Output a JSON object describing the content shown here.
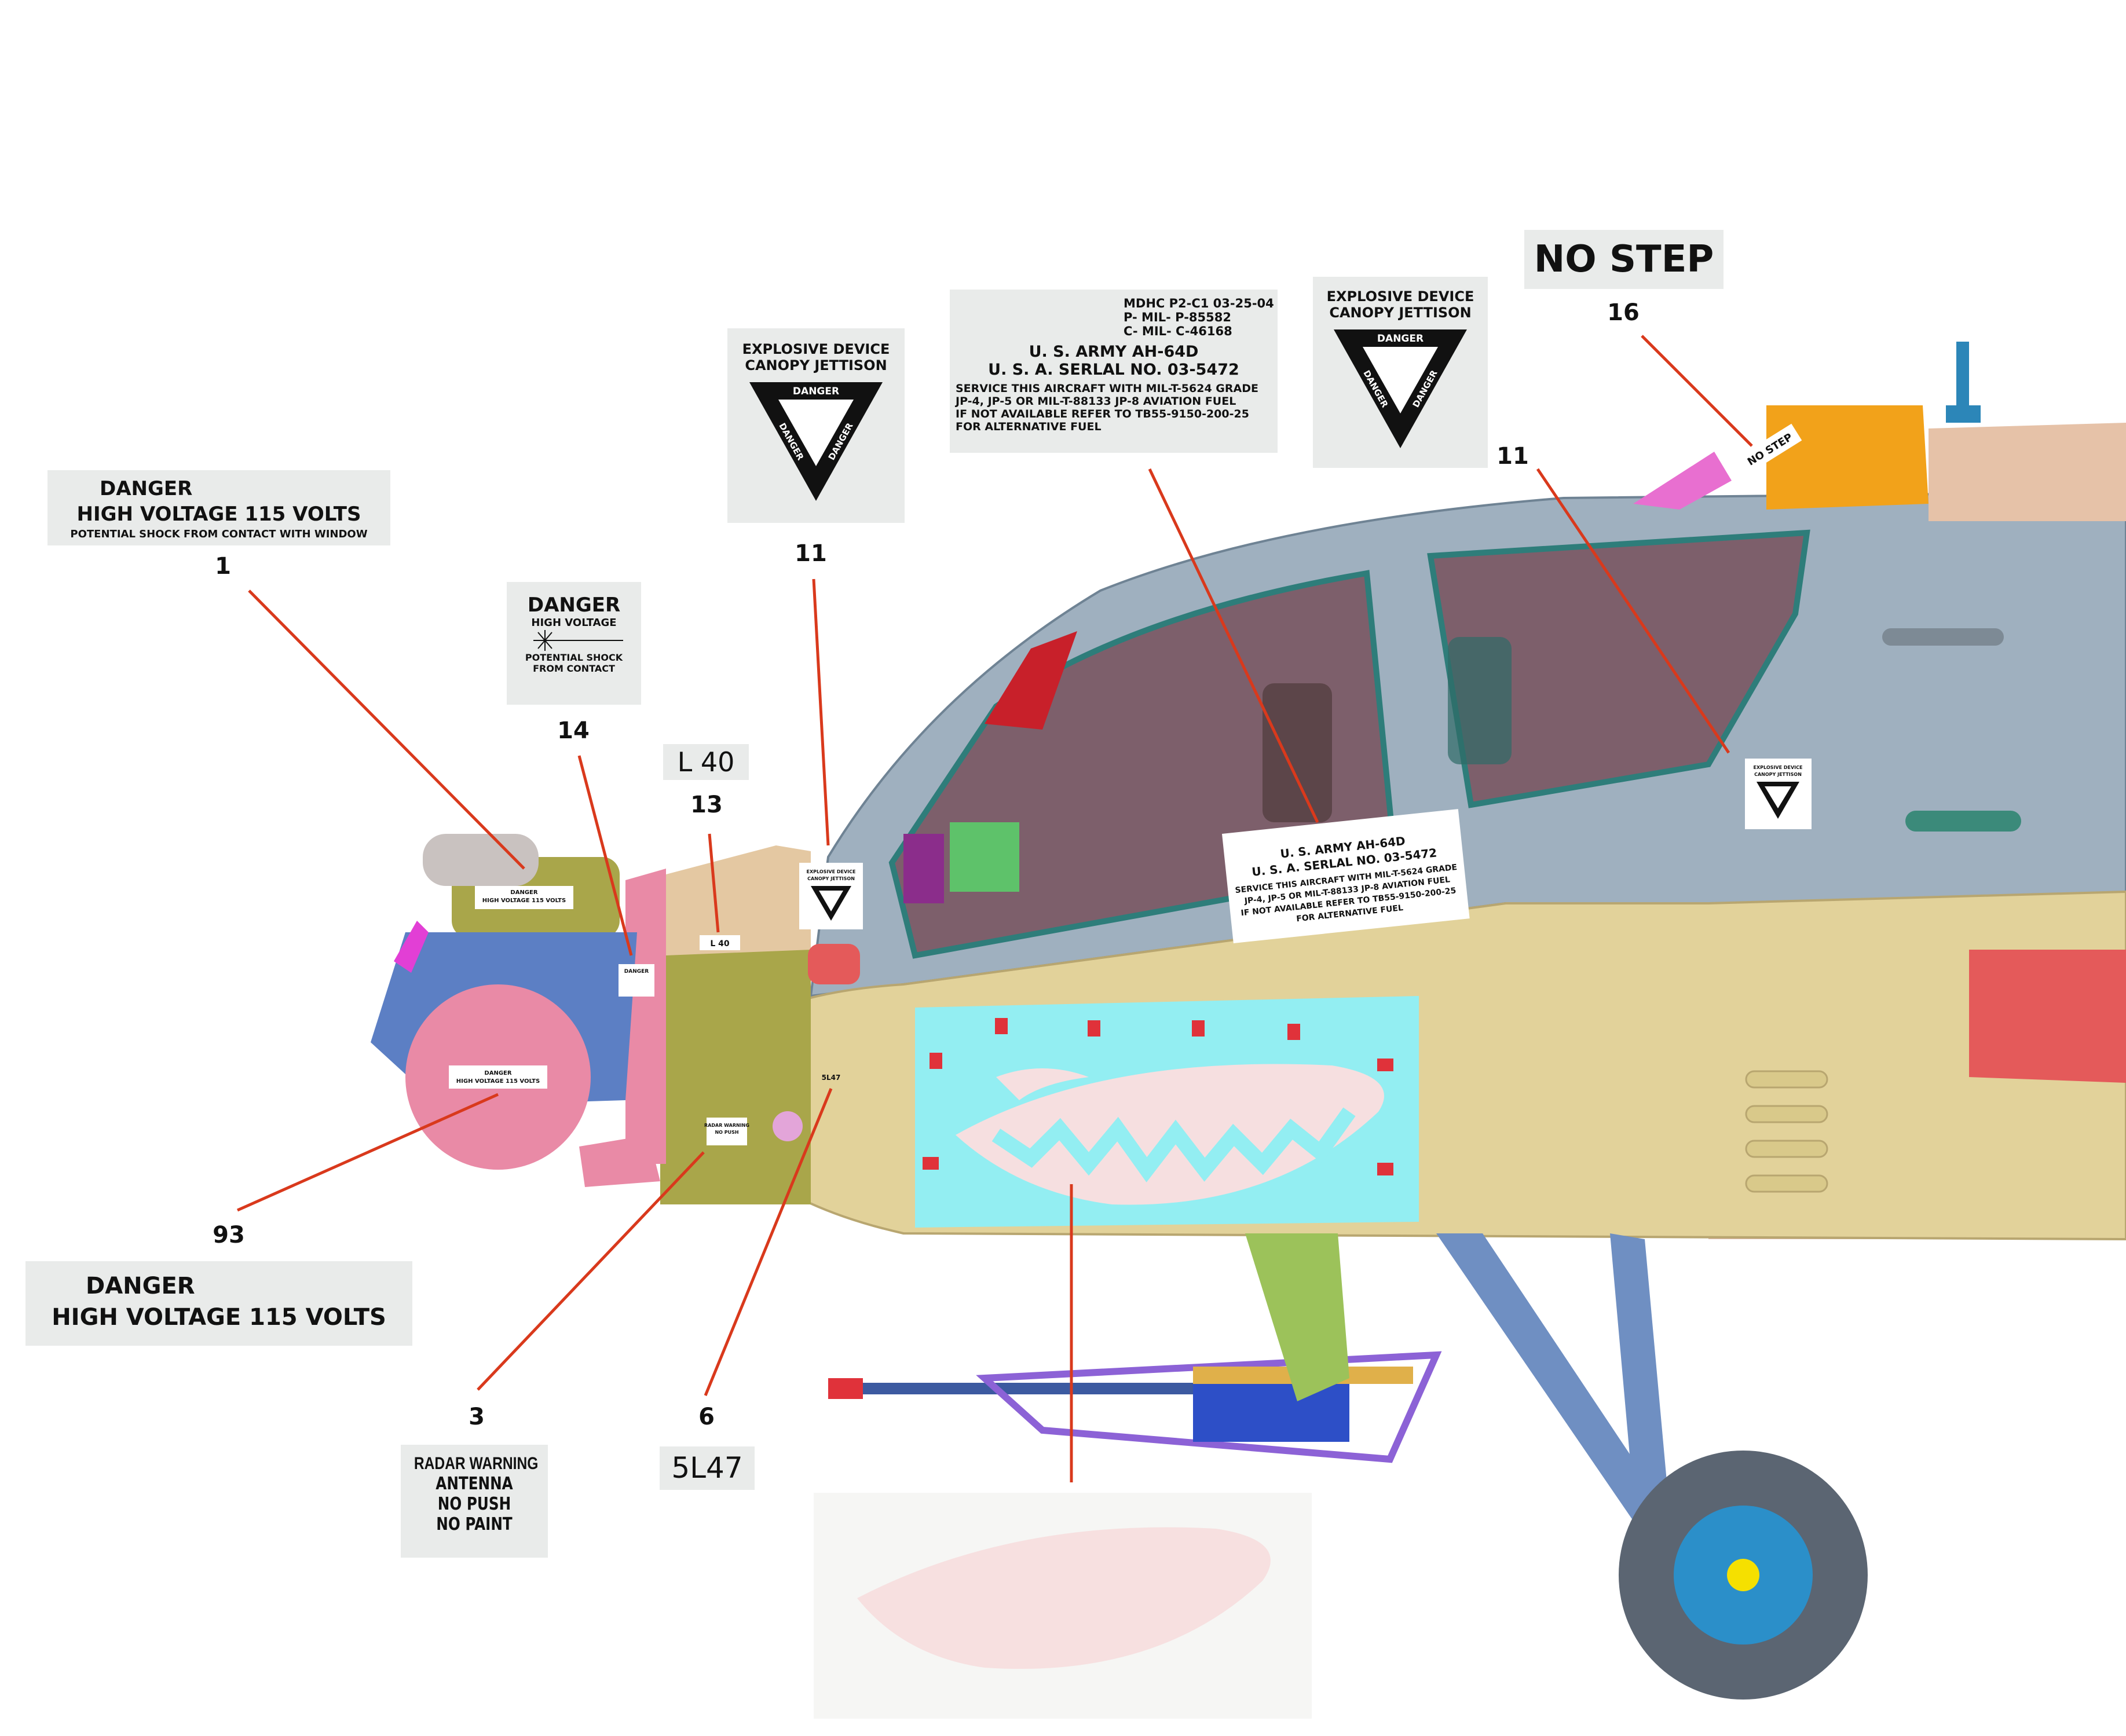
{
  "callouts": {
    "c1": "1",
    "c14": "14",
    "c13": "13",
    "c11a": "11",
    "c11b": "11",
    "c16": "16",
    "c93": "93",
    "c3": "3",
    "c6": "6"
  },
  "labels": {
    "danger_115_window": {
      "line1": "DANGER",
      "line2": "HIGH VOLTAGE 115 VOLTS",
      "line3": "POTENTIAL SHOCK FROM CONTACT WITH WINDOW"
    },
    "danger_hv_laser": {
      "line1": "DANGER",
      "line2": "HIGH VOLTAGE",
      "line3": "POTENTIAL SHOCK",
      "line4": "FROM CONTACT"
    },
    "l40": "L 40",
    "canopy_jettison": {
      "line1": "EXPLOSIVE DEVICE",
      "line2": "CANOPY JETTISON",
      "tri_top": "DANGER",
      "tri_left": "DANGER",
      "tri_right": "DANGER"
    },
    "data_plate": {
      "line1": "MDHC  P2-C1 03-25-04",
      "line2": "P- MIL- P-85582",
      "line3": "C- MIL- C-46168",
      "line4": "U. S.  ARMY  AH-64D",
      "line5": "U. S. A. SERLAL NO. 03-5472",
      "line6": "SERVICE THIS AIRCRAFT WITH MIL-T-5624 GRADE",
      "line7": "JP-4, JP-5 OR  MIL-T-88133  JP-8 AVIATION FUEL",
      "line8": "IF NOT  AVAILABLE REFER TO TB55-9150-200-25",
      "line9": "FOR ALTERNATIVE FUEL"
    },
    "no_step": "NO STEP",
    "danger_115": {
      "line1": "DANGER",
      "line2": "HIGH VOLTAGE 115 VOLTS"
    },
    "radar": {
      "line1": "RADAR WARNING",
      "line2": "ANTENNA",
      "line3": "NO PUSH",
      "line4": "NO PAINT"
    },
    "sl47": "5L47"
  },
  "colors": {
    "leader": "#d9391c",
    "fuselage_blue": "#9aaab8",
    "tan": "#e2d29a",
    "cyan_panel": "#93eef2",
    "pink": "#e98aa6",
    "olive": "#a9a64a",
    "orange": "#f5a623",
    "red": "#c8202a",
    "glass": "#7d5f6b"
  }
}
